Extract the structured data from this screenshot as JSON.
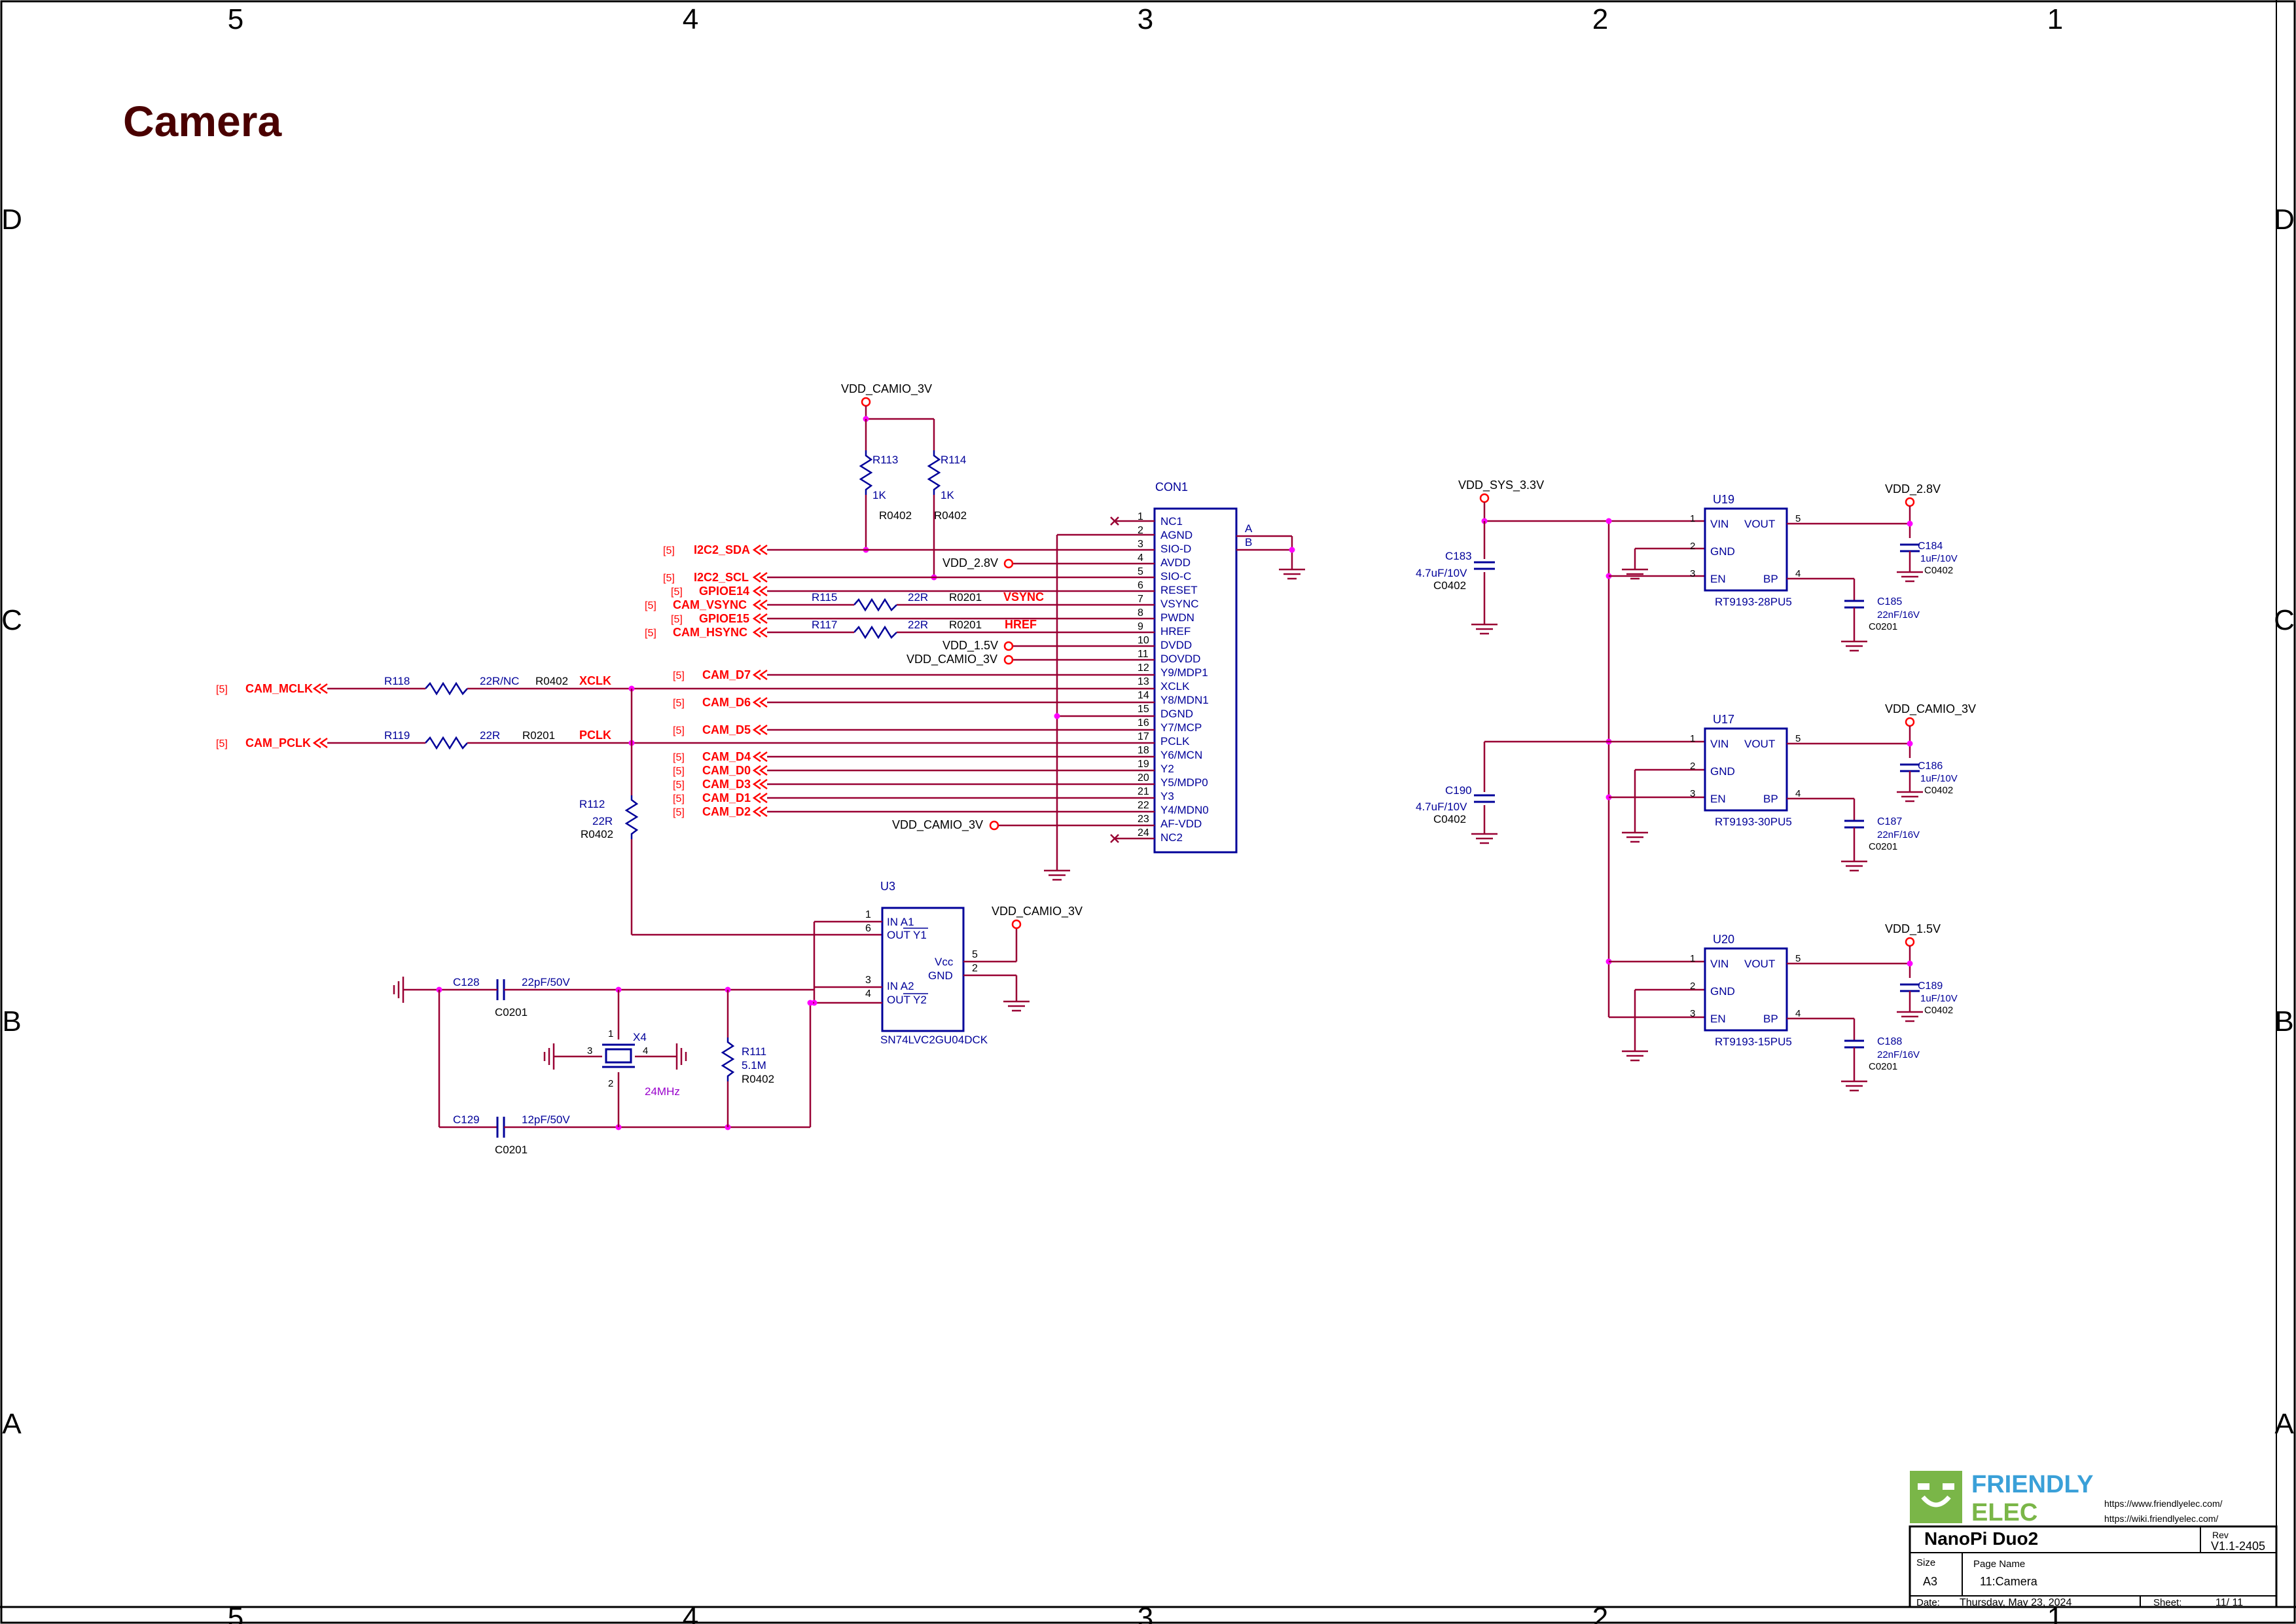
{
  "page_title": "Camera",
  "border": {
    "cols": [
      "5",
      "4",
      "3",
      "2",
      "1"
    ],
    "rows": [
      "D",
      "C",
      "B",
      "A"
    ]
  },
  "colors": {
    "wire": "#990033",
    "component": "#000099",
    "net_red": "#ff0000",
    "junction": "#ff00ff",
    "title": "#4a0000",
    "logo_green": "#7ab648",
    "logo_blue": "#3aa0d8"
  },
  "camio": {
    "vdd_label": "VDD_CAMIO_3V",
    "r113": {
      "ref": "R113",
      "val": "1K",
      "pkg": "R0402"
    },
    "r114": {
      "ref": "R114",
      "val": "1K",
      "pkg": "R0402"
    }
  },
  "connector": {
    "ref": "CON1",
    "pins": [
      {
        "num": "1",
        "name": "NC1"
      },
      {
        "num": "2",
        "name": "AGND"
      },
      {
        "num": "3",
        "name": "SIO-D"
      },
      {
        "num": "4",
        "name": "AVDD"
      },
      {
        "num": "5",
        "name": "SIO-C"
      },
      {
        "num": "6",
        "name": "RESET"
      },
      {
        "num": "7",
        "name": "VSYNC"
      },
      {
        "num": "8",
        "name": "PWDN"
      },
      {
        "num": "9",
        "name": "HREF"
      },
      {
        "num": "10",
        "name": "DVDD"
      },
      {
        "num": "11",
        "name": "DOVDD"
      },
      {
        "num": "12",
        "name": "Y9/MDP1"
      },
      {
        "num": "13",
        "name": "XCLK"
      },
      {
        "num": "14",
        "name": "Y8/MDN1"
      },
      {
        "num": "15",
        "name": "DGND"
      },
      {
        "num": "16",
        "name": "Y7/MCP"
      },
      {
        "num": "17",
        "name": "PCLK"
      },
      {
        "num": "18",
        "name": "Y6/MCN"
      },
      {
        "num": "19",
        "name": "Y2"
      },
      {
        "num": "20",
        "name": "Y5/MDP0"
      },
      {
        "num": "21",
        "name": "Y3"
      },
      {
        "num": "22",
        "name": "Y4/MDN0"
      },
      {
        "num": "23",
        "name": "AF-VDD"
      },
      {
        "num": "24",
        "name": "NC2"
      }
    ],
    "side_a": "A",
    "side_b": "B"
  },
  "nets": {
    "i2c2_sda": "I2C2_SDA",
    "i2c2_scl": "I2C2_SCL",
    "gpioe14": "GPIOE14",
    "cam_vsync": "CAM_VSYNC",
    "gpioe15": "GPIOE15",
    "cam_hsync": "CAM_HSYNC",
    "cam_mclk": "CAM_MCLK",
    "cam_pclk": "CAM_PCLK",
    "cam_d7": "CAM_D7",
    "cam_d6": "CAM_D6",
    "cam_d5": "CAM_D5",
    "cam_d4": "CAM_D4",
    "cam_d0": "CAM_D0",
    "cam_d3": "CAM_D3",
    "cam_d1": "CAM_D1",
    "cam_d2": "CAM_D2",
    "sheet_ref": "[5]",
    "vdd_2v8": "VDD_2.8V",
    "vdd_1v5": "VDD_1.5V",
    "vdd_camio": "VDD_CAMIO_3V",
    "vdd_sys": "VDD_SYS_3.3V",
    "xclk": "XCLK",
    "pclk": "PCLK",
    "vsync": "VSYNC",
    "href": "HREF"
  },
  "resistors": {
    "r115": {
      "ref": "R115",
      "val": "22R",
      "pkg": "R0201"
    },
    "r117": {
      "ref": "R117",
      "val": "22R",
      "pkg": "R0201"
    },
    "r118": {
      "ref": "R118",
      "val": "22R/NC",
      "pkg": "R0402"
    },
    "r119": {
      "ref": "R119",
      "val": "22R",
      "pkg": "R0201"
    },
    "r112": {
      "ref": "R112",
      "val": "22R",
      "pkg": "R0402"
    },
    "r111": {
      "ref": "R111",
      "val": "5.1M",
      "pkg": "R0402"
    }
  },
  "oscillator": {
    "u3_ref": "U3",
    "u3_part": "SN74LVC2GU04DCK",
    "u3_pins": {
      "in_a1": "IN A1",
      "out_y1": "OUT Y1",
      "in_a2": "IN A2",
      "out_y2": "OUT Y2",
      "vcc": "Vcc",
      "gnd": "GND",
      "p1": "1",
      "p6": "6",
      "p3": "3",
      "p4": "4",
      "p5": "5",
      "p2": "2"
    },
    "vcc_label": "VDD_CAMIO_3V",
    "c128": {
      "ref": "C128",
      "val": "22pF/50V",
      "pkg": "C0201"
    },
    "c129": {
      "ref": "C129",
      "val": "12pF/50V",
      "pkg": "C0201"
    },
    "x4": {
      "ref": "X4",
      "freq": "24MHz",
      "p1": "1",
      "p2": "2",
      "p3": "3",
      "p4": "4"
    }
  },
  "regulators": [
    {
      "ref": "U19",
      "part": "RT9193-28PU5",
      "out": "VDD_2.8V",
      "cin": null,
      "cout": {
        "ref": "C184",
        "val": "1uF/10V",
        "pkg": "C0402"
      },
      "cbp": {
        "ref": "C185",
        "val": "22nF/16V",
        "pkg": "C0201"
      }
    },
    {
      "ref": "U17",
      "part": "RT9193-30PU5",
      "out": "VDD_CAMIO_3V",
      "cout": {
        "ref": "C186",
        "val": "1uF/10V",
        "pkg": "C0402"
      },
      "cbp": {
        "ref": "C187",
        "val": "22nF/16V",
        "pkg": "C0201"
      }
    },
    {
      "ref": "U20",
      "part": "RT9193-15PU5",
      "out": "VDD_1.5V",
      "cout": {
        "ref": "C189",
        "val": "1uF/10V",
        "pkg": "C0402"
      },
      "cbp": {
        "ref": "C188",
        "val": "22nF/16V",
        "pkg": "C0201"
      }
    }
  ],
  "reg_pins": {
    "vin": "VIN",
    "vout": "VOUT",
    "gnd": "GND",
    "en": "EN",
    "bp": "BP",
    "p1": "1",
    "p2": "2",
    "p3": "3",
    "p4": "4",
    "p5": "5"
  },
  "input_caps": {
    "c183": {
      "ref": "C183",
      "val": "4.7uF/10V",
      "pkg": "C0402"
    },
    "c190": {
      "ref": "C190",
      "val": "4.7uF/10V",
      "pkg": "C0402"
    }
  },
  "title_block": {
    "logo_line1": "FRIENDLY",
    "logo_line2": "ELEC",
    "url1": "https://www.friendlyelec.com/",
    "url2": "https://wiki.friendlyelec.com/",
    "project": "NanoPi Duo2",
    "rev_label": "Rev",
    "rev": "V1.1-2405",
    "size_label": "Size",
    "size": "A3",
    "page_name_label": "Page Name",
    "page_name": "11:Camera",
    "date_label": "Date:",
    "date": "Thursday, May 23, 2024",
    "sheet_label": "Sheet:",
    "sheet": "11/ 11"
  }
}
